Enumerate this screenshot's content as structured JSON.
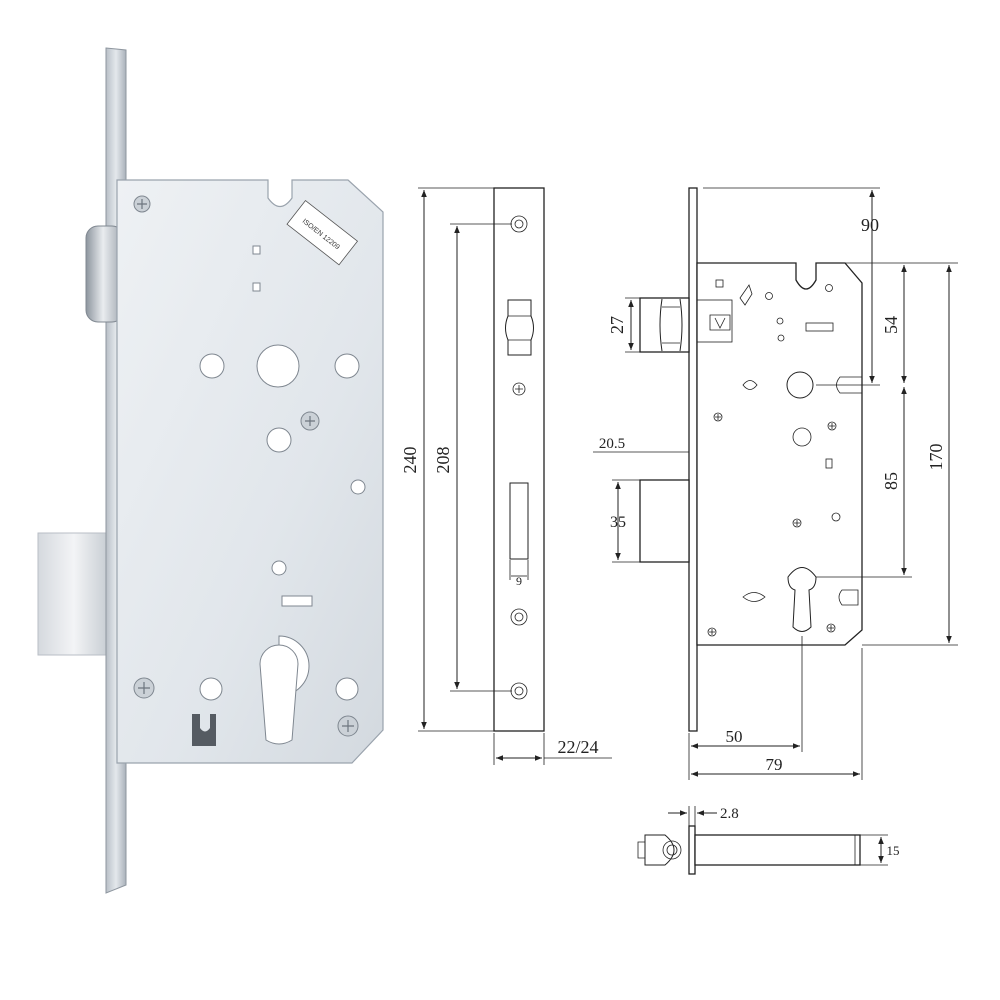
{
  "colors": {
    "steel_light": "#e6eaef",
    "steel_mid": "#cfd5dc",
    "steel_dark": "#9aa3ad",
    "ink": "#222222"
  },
  "label_text": "ISO/EN 12209",
  "dimensions": {
    "faceplate_height": "240",
    "screw_spacing": "208",
    "latch_window_width": "9",
    "faceplate_width": "22/24",
    "backset_90": "90",
    "top_to_handle": "54",
    "case_height": "170",
    "handle_to_cylinder": "85",
    "latch_height": "27",
    "bolt_throw": "20.5",
    "bolt_height": "35",
    "backset_50": "50",
    "case_depth": "79",
    "plate_thickness": "2.8",
    "bolt_width": "15"
  }
}
